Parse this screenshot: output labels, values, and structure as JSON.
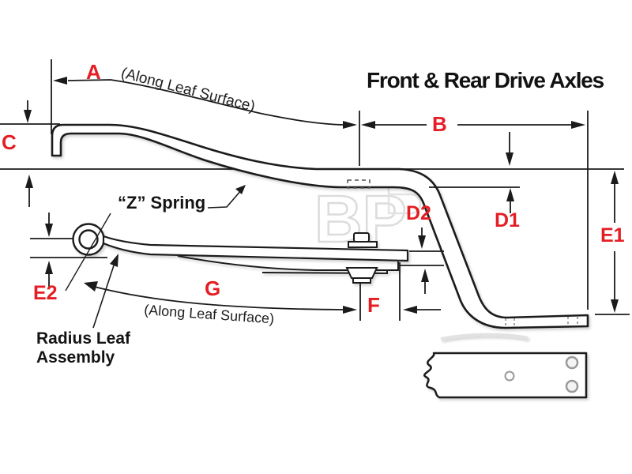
{
  "title": "Front & Rear Drive Axles",
  "diagram": {
    "labels": {
      "a": "A",
      "b": "B",
      "c": "C",
      "d1": "D1",
      "d2": "D2",
      "e1": "E1",
      "e2": "E2",
      "f": "F",
      "g": "G"
    },
    "annotations": {
      "along_leaf_top": "(Along Leaf Surface)",
      "along_leaf_bottom": "(Along Leaf Surface)",
      "z_spring": "“Z” Spring",
      "radius_leaf_line1": "Radius Leaf",
      "radius_leaf_line2": "Assembly"
    },
    "watermark": "BP",
    "colors": {
      "dimension_label": "#e41e24",
      "line": "#1b1b1b",
      "watermark": "#dcdcdc"
    }
  }
}
